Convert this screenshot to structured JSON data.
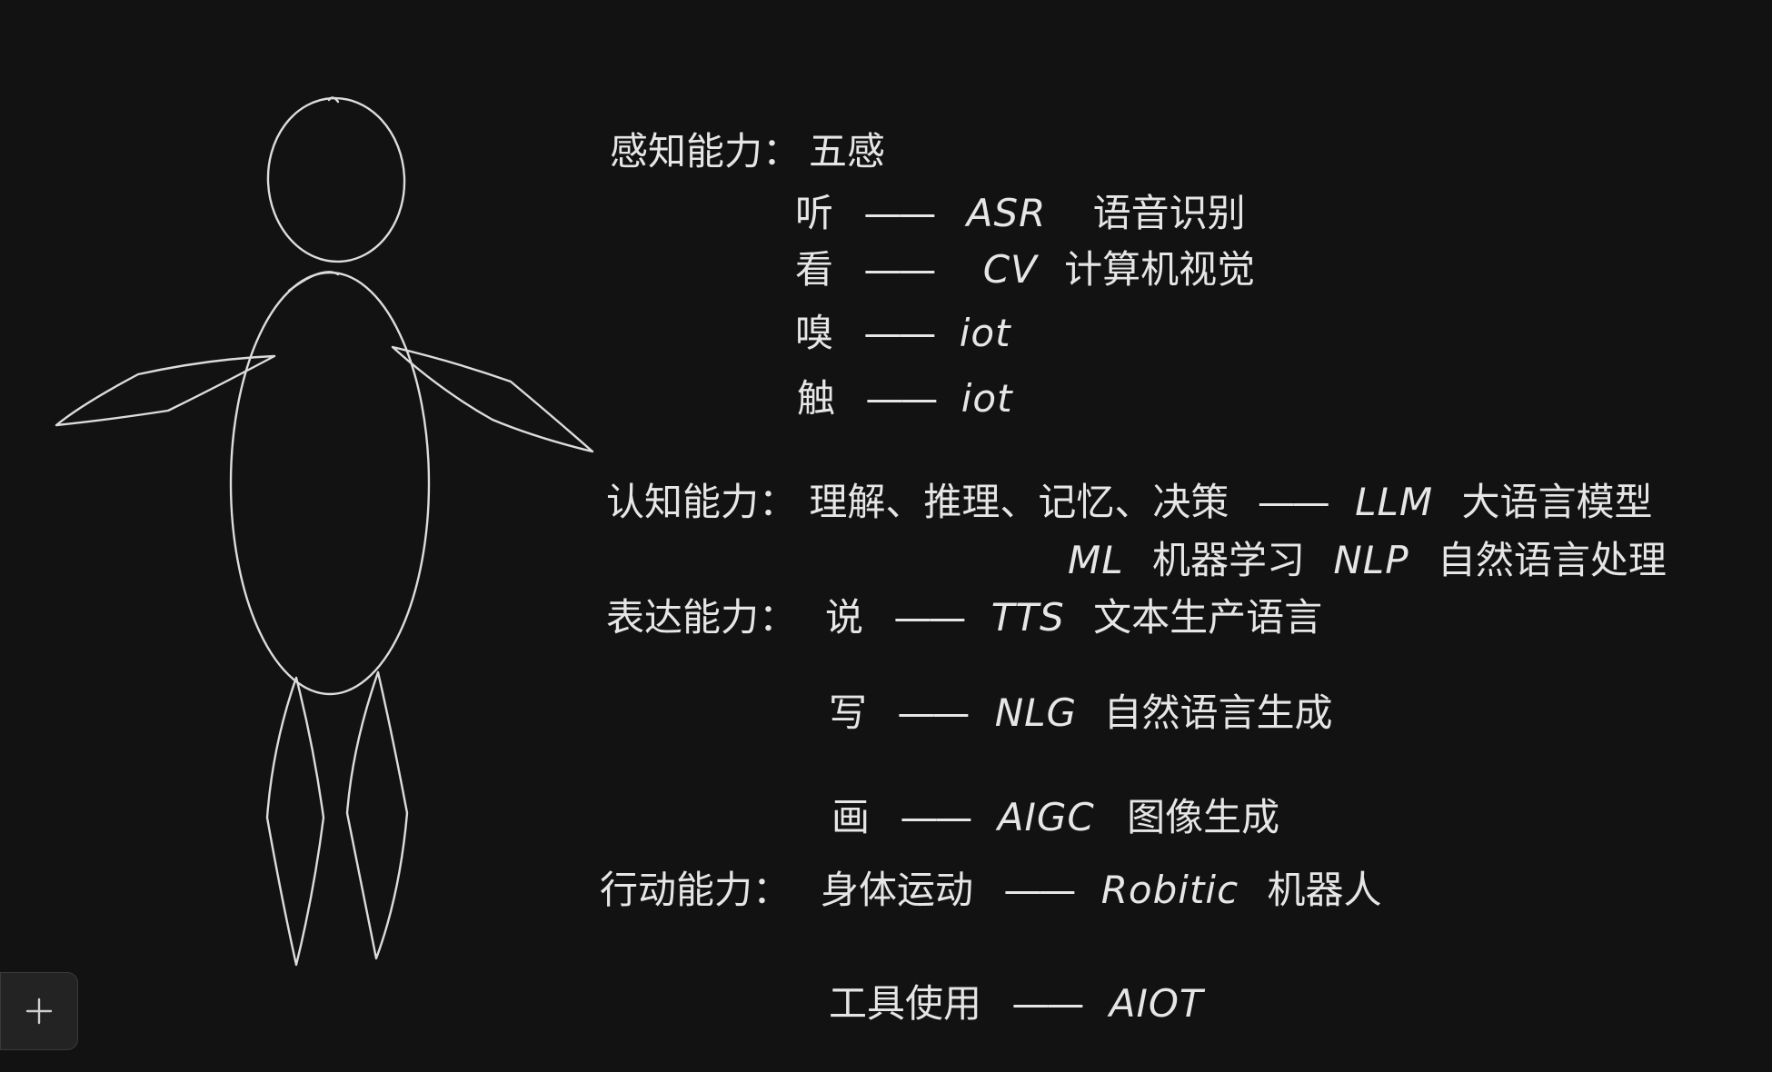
{
  "sections": {
    "perception": {
      "label": "感知能力：",
      "value": "五感",
      "items": [
        {
          "sense": "听",
          "arrow": "——",
          "term": "ASR",
          "desc": "语音识别"
        },
        {
          "sense": "看",
          "arrow": "——",
          "term": "CV",
          "desc": "计算机视觉"
        },
        {
          "sense": "嗅",
          "arrow": "——",
          "term": "iot"
        },
        {
          "sense": "触",
          "arrow": "——",
          "term": "iot"
        }
      ]
    },
    "cognition": {
      "label": "认知能力：",
      "value": "理解、推理、记忆、决策",
      "arrow": "——",
      "term": "LLM",
      "desc": "大语言模型",
      "term2": "ML",
      "desc2": "机器学习",
      "term3": "NLP",
      "desc3": "自然语言处理"
    },
    "expression": {
      "label": "表达能力：",
      "items": [
        {
          "action": "说",
          "arrow": "——",
          "term": "TTS",
          "desc": "文本生产语言"
        },
        {
          "action": "写",
          "arrow": "——",
          "term": "NLG",
          "desc": "自然语言生成"
        },
        {
          "action": "画",
          "arrow": "——",
          "term": "AIGC",
          "desc": "图像生成"
        }
      ]
    },
    "action": {
      "label": "行动能力：",
      "items": [
        {
          "action": "身体运动",
          "arrow": "——",
          "term": "Robitic",
          "desc": "机器人"
        },
        {
          "action": "工具使用",
          "arrow": "——",
          "term": "AIOT"
        }
      ]
    }
  },
  "toolbar": {
    "add_icon": "plus-icon"
  }
}
